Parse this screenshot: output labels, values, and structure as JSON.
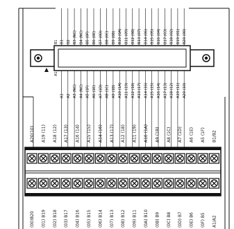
{
  "connector": {
    "top_pins": [
      {
        "pin": "B1",
        "signal": ""
      },
      {
        "pin": "B2",
        "signal": ""
      },
      {
        "pin": "B3",
        "signal": "(NC)"
      },
      {
        "pin": "B4",
        "signal": "(NC)"
      },
      {
        "pin": "B5",
        "signal": "(0F)"
      },
      {
        "pin": "B6",
        "signal": "(0E)"
      },
      {
        "pin": "B7",
        "signal": "(0D)"
      },
      {
        "pin": "B8",
        "signal": "(0C)"
      },
      {
        "pin": "B9",
        "signal": "(0B)"
      },
      {
        "pin": "B10",
        "signal": "(0A)"
      },
      {
        "pin": "B11",
        "signal": "(09)"
      },
      {
        "pin": "B12",
        "signal": "(08)"
      },
      {
        "pin": "B13",
        "signal": "(07)"
      },
      {
        "pin": "B14",
        "signal": "(06)"
      },
      {
        "pin": "B15",
        "signal": "(05)"
      },
      {
        "pin": "B16",
        "signal": "(04)"
      },
      {
        "pin": "B17",
        "signal": "(03)"
      },
      {
        "pin": "B18",
        "signal": "(02)"
      },
      {
        "pin": "B19",
        "signal": "(01)"
      },
      {
        "pin": "B20",
        "signal": "(00)"
      }
    ],
    "bottom_pins": [
      {
        "pin": "A1",
        "signal": ""
      },
      {
        "pin": "A2",
        "signal": ""
      },
      {
        "pin": "A3",
        "signal": "(NC)"
      },
      {
        "pin": "A4",
        "signal": "(NC)"
      },
      {
        "pin": "A5",
        "signal": "(1F)"
      },
      {
        "pin": "A6",
        "signal": "(1E)"
      },
      {
        "pin": "A7",
        "signal": "(1D)"
      },
      {
        "pin": "A8",
        "signal": "(1C)"
      },
      {
        "pin": "A9",
        "signal": "(1B)"
      },
      {
        "pin": "A10",
        "signal": "(1A)"
      },
      {
        "pin": "A11",
        "signal": "(19)"
      },
      {
        "pin": "A12",
        "signal": "(18)"
      },
      {
        "pin": "A13",
        "signal": "(17)"
      },
      {
        "pin": "A14",
        "signal": "(16)"
      },
      {
        "pin": "A15",
        "signal": "(15)"
      },
      {
        "pin": "A16",
        "signal": "(14)"
      },
      {
        "pin": "A17",
        "signal": "(13)"
      },
      {
        "pin": "A18",
        "signal": "(12)"
      },
      {
        "pin": "A19",
        "signal": "(11)"
      },
      {
        "pin": "A20",
        "signal": "(10)"
      }
    ]
  },
  "terminal_block": {
    "upper_labels": [
      "A20(10)",
      "A19 (11)",
      "A18 (12)",
      "A17 (13)",
      "A16 (14)",
      "A15 (15)",
      "A14 (16)",
      "A13 (17)",
      "A12 (18)",
      "A11 (19)",
      "A10 (1A)",
      "A9 (1B)",
      "A8 (1C)",
      "A7 (1D)",
      "A6 (1E)",
      "A5 (1F)",
      "B1/B2"
    ],
    "lower_labels": [
      "(00)B20",
      "(01) B19",
      "(02) B18",
      "(03) B17",
      "(04) B16",
      "(05) B15",
      "(06) B14",
      "(07) B13",
      "(08) B12",
      "(09) B11",
      "(0A) B10",
      "(0B) B9",
      "(0C) B8",
      "(0D) B7",
      "(0E) B6",
      "(0F) B5",
      "A1/A2"
    ]
  }
}
